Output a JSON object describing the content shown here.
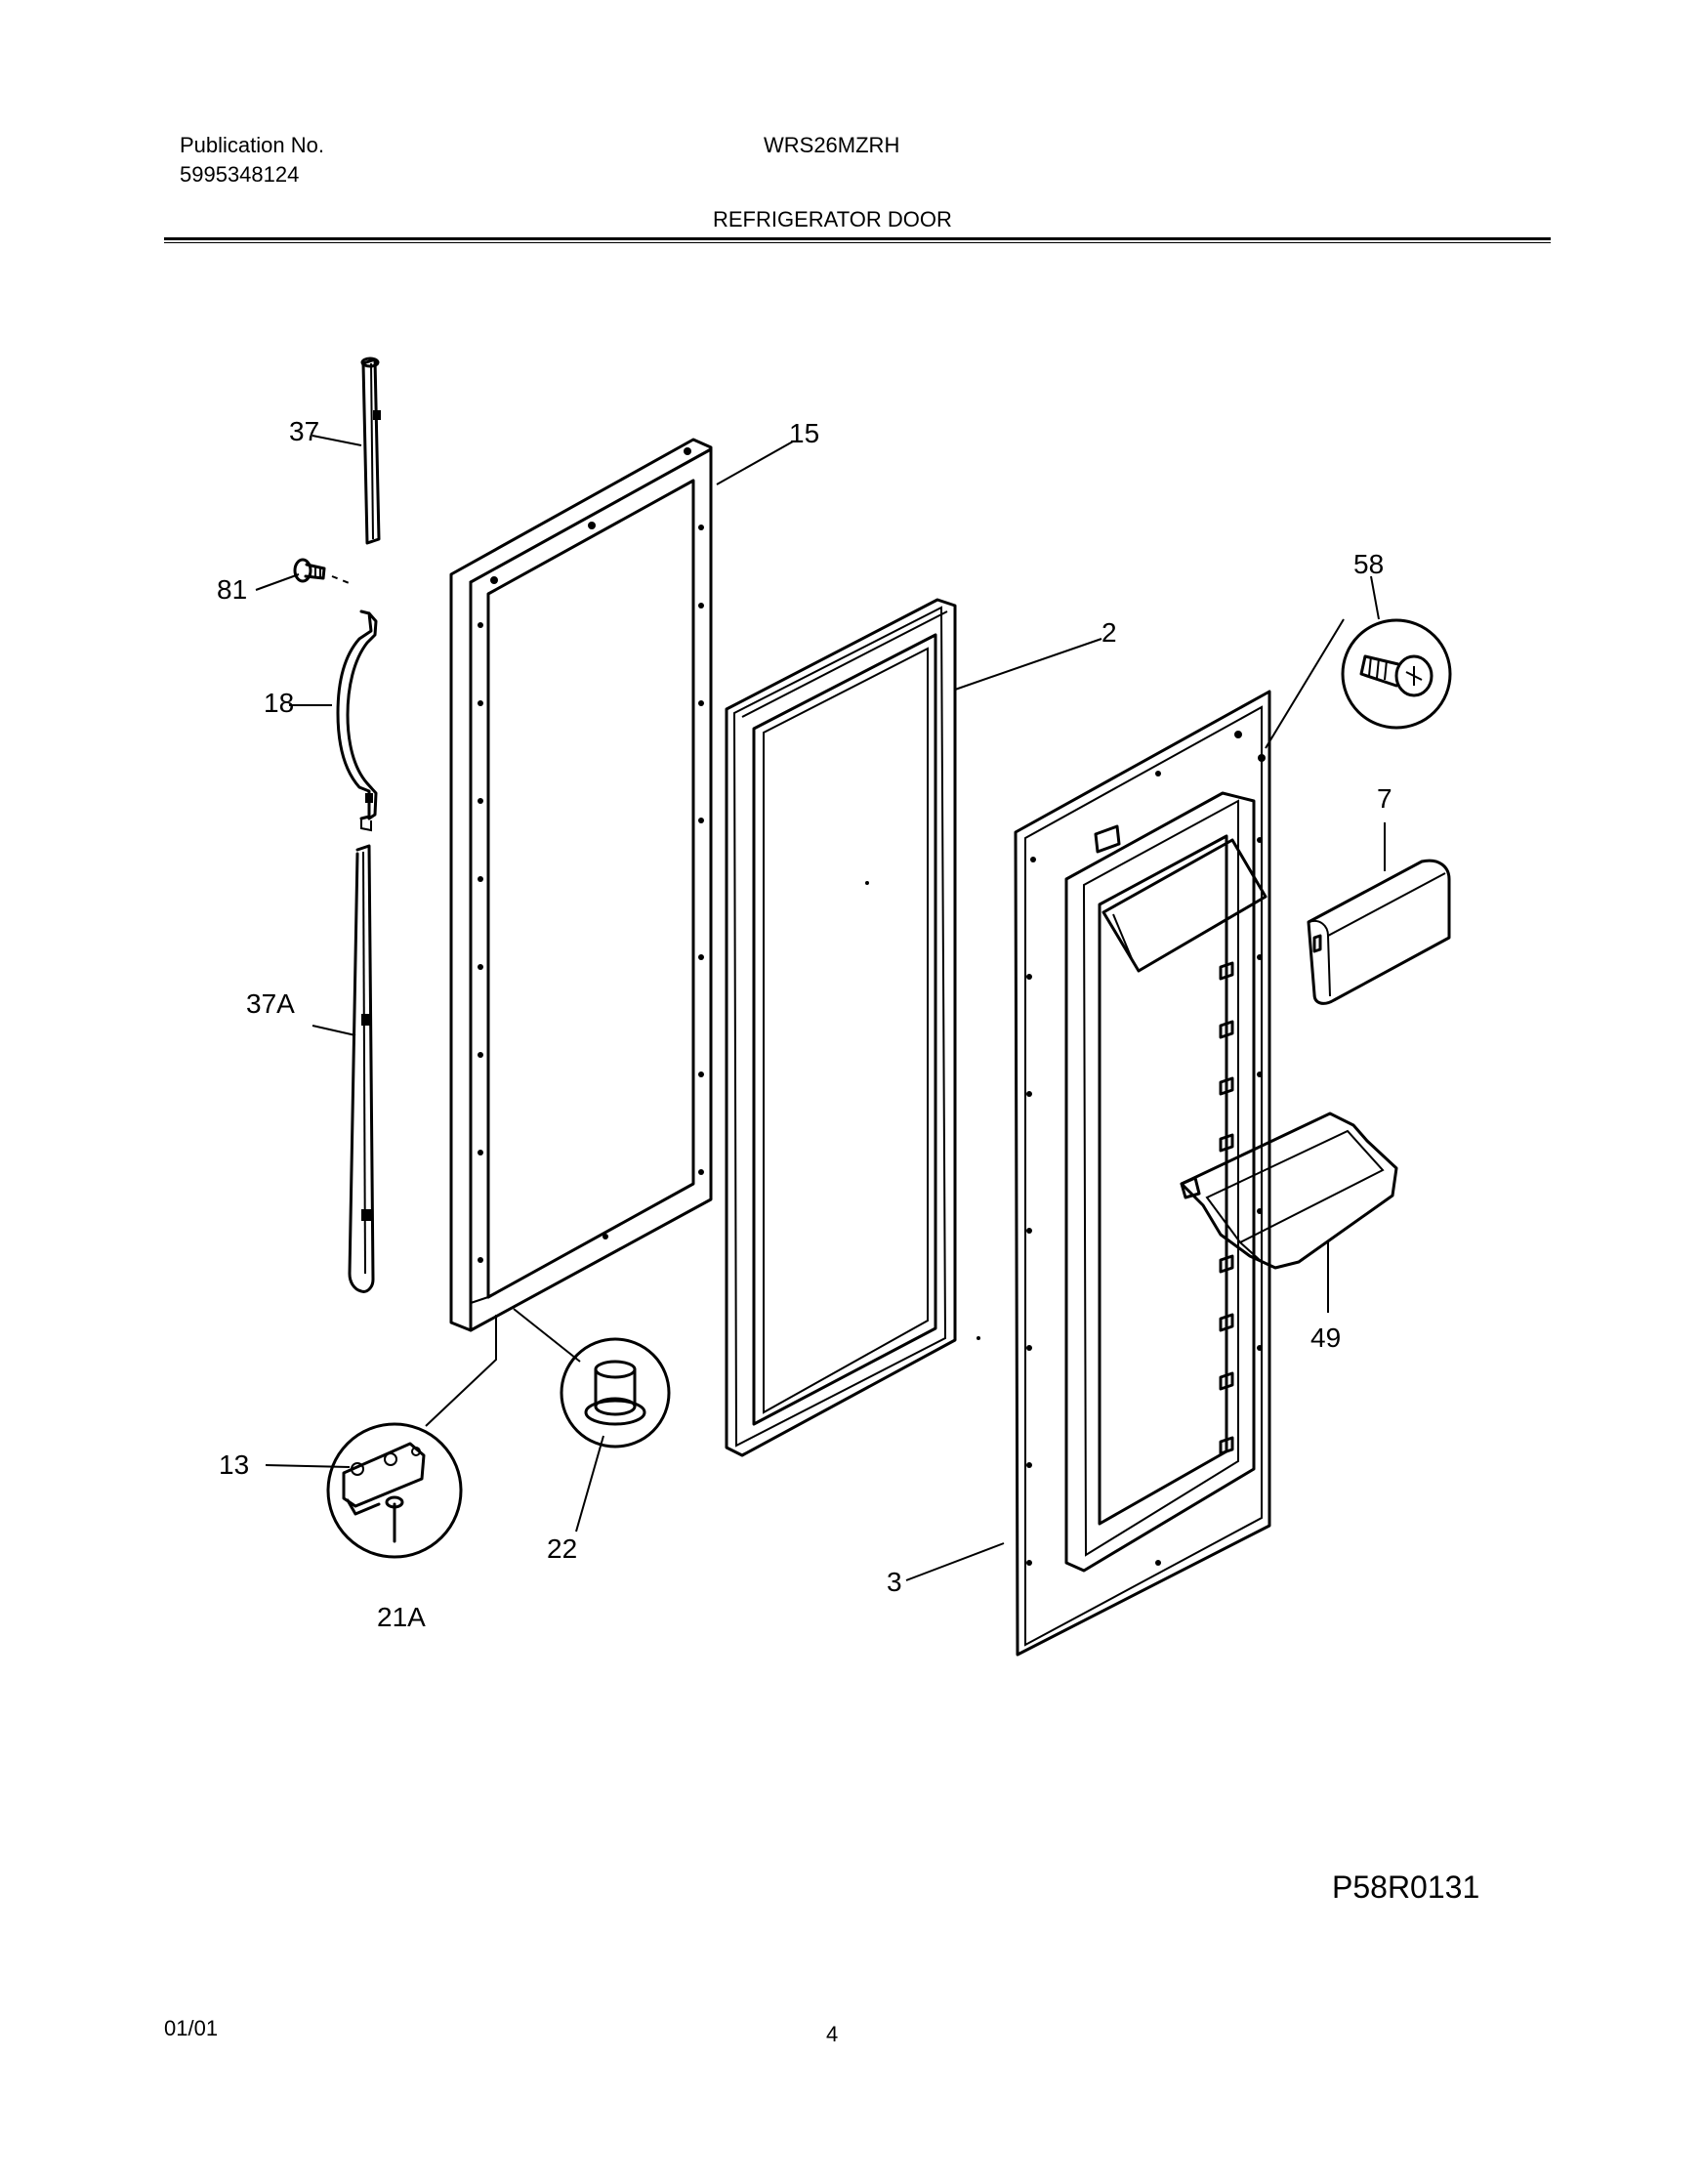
{
  "header": {
    "publication_label": "Publication No.",
    "publication_number": "5995348124",
    "model": "WRS26MZRH",
    "section_title": "REFRIGERATOR DOOR"
  },
  "callouts": {
    "c37": "37",
    "c81": "81",
    "c18": "18",
    "c37a": "37A",
    "c15": "15",
    "c2": "2",
    "c58": "58",
    "c7": "7",
    "c49": "49",
    "c3": "3",
    "c13": "13",
    "c22": "22",
    "c21a": "21A"
  },
  "figure_id": "P58R0131",
  "footer": {
    "date": "01/01",
    "page": "4"
  }
}
